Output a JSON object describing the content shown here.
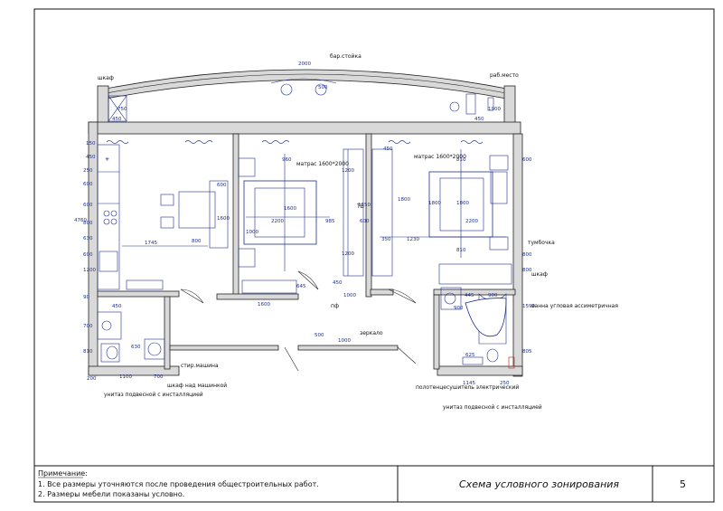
{
  "rooms_labels": {
    "bar_counter": "бар.стойка",
    "workplace": "раб.место",
    "wardrobe_balcony": "шкаф",
    "mattress_left": "матрас 1600*2000",
    "mattress_right": "матрас 1600*2000",
    "tv": "ТВ",
    "bedside": "тумбочка",
    "wardrobe_right": "шкаф",
    "bathtub": "ванна угловая ассиметричная",
    "mirror": "зеркало",
    "washer": "стир.машина",
    "cabinet_over_washer": "шкаф над машинкой",
    "toilet_left": "унитаз подвесной с инсталляцией",
    "towel_dryer": "полотенцесушитель электрический",
    "toilet_right": "унитаз подвесной с инсталляцией",
    "pf": "пф"
  },
  "dimensions": [
    "2000",
    "500",
    "750",
    "450",
    "1900",
    "450",
    "150",
    "450",
    "250",
    "600",
    "600",
    "800",
    "630",
    "600",
    "1200",
    "90",
    "4760",
    "1745",
    "800",
    "1600",
    "600",
    "1000",
    "960",
    "1600",
    "2200",
    "985",
    "600",
    "1200",
    "1150",
    "1200",
    "350",
    "1230",
    "450",
    "810",
    "1800",
    "2200",
    "810",
    "600",
    "800",
    "800",
    "445",
    "900",
    "900",
    "645",
    "450",
    "1000",
    "1600",
    "625",
    "1145",
    "250",
    "805",
    "1590",
    "500",
    "1000",
    "450",
    "700",
    "810",
    "630",
    "200",
    "1100",
    "700",
    "1800",
    "1800"
  ],
  "notes": {
    "heading": "Примечание:",
    "line1": "1. Все размеры уточняются после проведения общестроительных работ.",
    "line2": "2. Размеры мебели показаны условно."
  },
  "title_block": {
    "title": "Схема условного зонирования",
    "page": "5"
  },
  "colors": {
    "ink_blue": "#1f2f8f",
    "wall_fill": "#d9d9d9",
    "line": "#222222",
    "accent_red": "#c0392b"
  }
}
